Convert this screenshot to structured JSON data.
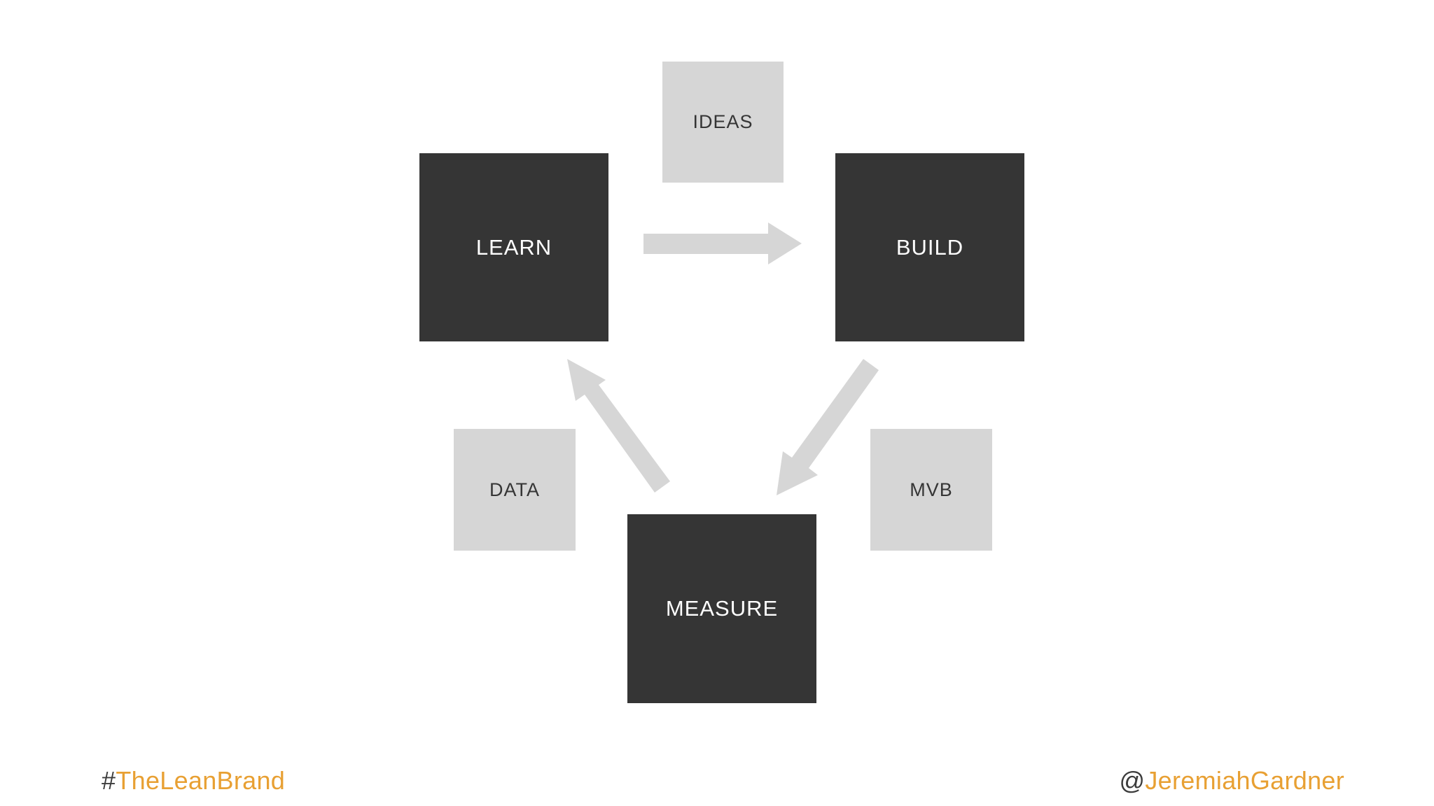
{
  "cycle": {
    "learn": "LEARN",
    "build": "BUILD",
    "measure": "MEASURE"
  },
  "artifacts": {
    "ideas": "IDEAS",
    "data": "DATA",
    "mvb": "MVB"
  },
  "footer": {
    "hashtag_symbol": "#",
    "hashtag_text": "TheLeanBrand",
    "handle_symbol": "@",
    "handle_text": "JeremiahGardner"
  },
  "colors": {
    "dark_box": "#353535",
    "light_box": "#d6d6d6",
    "arrow": "#d6d6d6",
    "accent": "#e8a033"
  }
}
